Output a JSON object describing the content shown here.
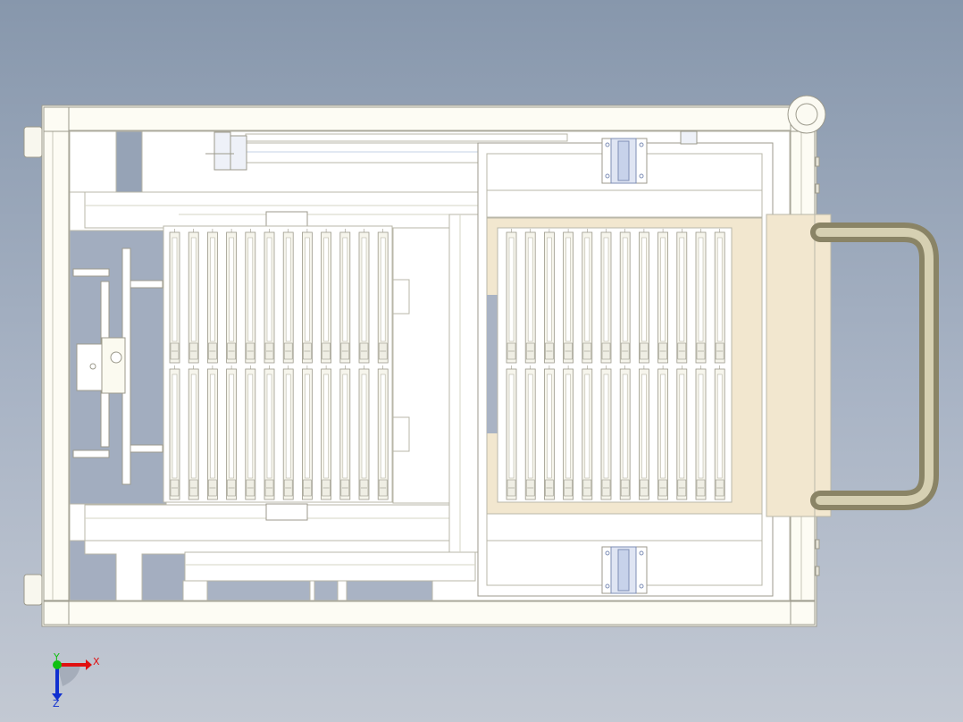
{
  "view": {
    "background_top": "#8797ac",
    "background_bottom": "#c3c9d3"
  },
  "colors": {
    "frame": "#fdfcf4",
    "edge": "#9c9a8c",
    "fine_edge": "#b9b7a8",
    "interior": "#ffffff",
    "beige": "#f2e7cf",
    "handle": "#bab396",
    "handle_dark": "#8a8466",
    "slot": "#f6f5ec",
    "blue_part": "#c7d2ea"
  },
  "trays": [
    {
      "name": "left-tray",
      "columns": 12,
      "rows": 2
    },
    {
      "name": "right-tray",
      "columns": 12,
      "rows": 2
    }
  ],
  "triad": {
    "x_label": "X",
    "y_label": "Y",
    "z_label": "Z",
    "x_color": "#e01010",
    "y_color": "#10c010",
    "z_color": "#1030d0"
  }
}
